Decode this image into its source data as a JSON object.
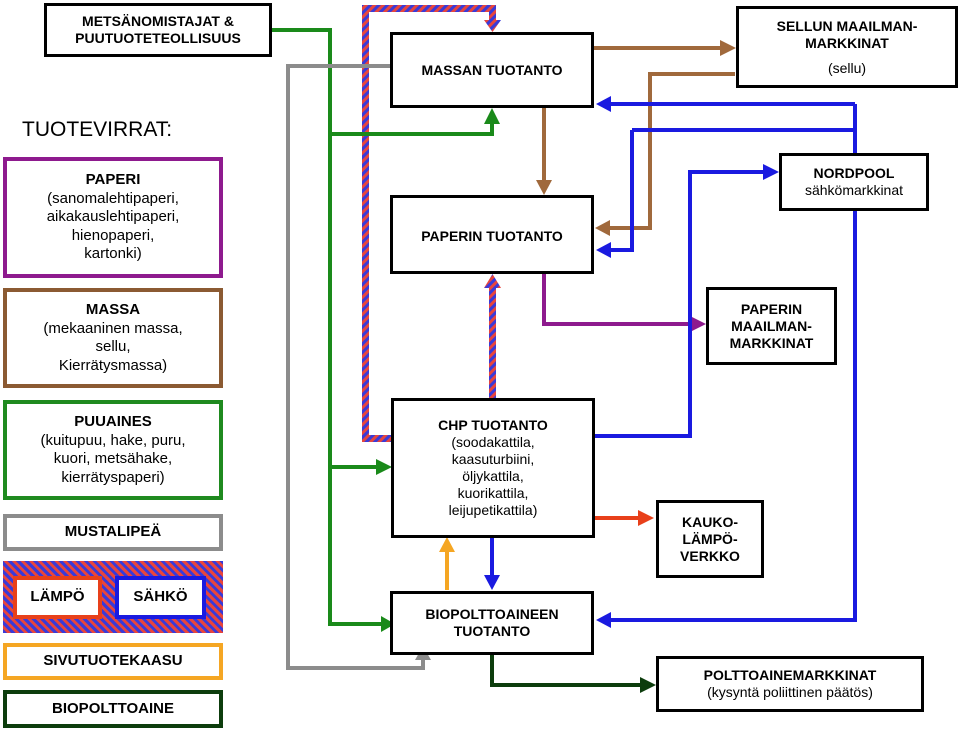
{
  "heading": "TUOTEVIRRAT:",
  "nodes": {
    "forest": {
      "line1": "METSÄNOMISTAJAT &",
      "line2": "PUUTUOTETEOLLISUUS"
    },
    "pulp_production": {
      "title": "MASSAN TUOTANTO"
    },
    "pulp_market": {
      "line1": "SELLUN MAAILMAN-",
      "line2": "MARKKINAT",
      "sub": "(sellu)"
    },
    "paper_production": {
      "title": "PAPERIN TUOTANTO"
    },
    "nordpool": {
      "title": "NORDPOOL",
      "sub": "sähkömarkkinat"
    },
    "paper_market": {
      "line1": "PAPERIN",
      "line2": "MAAILMAN-",
      "line3": "MARKKINAT"
    },
    "chp": {
      "title": "CHP TUOTANTO",
      "d1": "(soodakattila,",
      "d2": "kaasuturbiini,",
      "d3": "öljykattila,",
      "d4": "kuorikattila,",
      "d5": "leijupetikattila)"
    },
    "district_heat": {
      "line1": "KAUKO-",
      "line2": "LÄMPÖ-",
      "line3": "VERKKO"
    },
    "biofuel_production": {
      "line1": "BIOPOLTTOAINEEN",
      "line2": "TUOTANTO"
    },
    "fuel_market": {
      "title": "POLTTOAINEMARKKINAT",
      "sub": "(kysyntä poliittinen päätös)"
    }
  },
  "legend": {
    "paper": {
      "title": "PAPERI",
      "l1": "(sanomalehtipaperi,",
      "l2": "aikakauslehtipaperi,",
      "l3": "hienopaperi,",
      "l4": "kartonki)",
      "color": "#8e1a8e"
    },
    "pulp": {
      "title": "MASSA",
      "l1": "(mekaaninen massa,",
      "l2": "sellu,",
      "l3": "Kierrätysmassa)",
      "color": "#8b5a32"
    },
    "wood": {
      "title": "PUUAINES",
      "l1": "(kuitupuu, hake, puru,",
      "l2": "kuori, metsähake,",
      "l3": "kierrätyspaperi)",
      "color": "#1f8a1f"
    },
    "black_liquor": {
      "title": "MUSTALIPEÄ",
      "color": "#8c8c8c"
    },
    "heat": {
      "title": "LÄMPÖ",
      "color": "#e8401a"
    },
    "electricity": {
      "title": "SÄHKÖ",
      "color": "#1a1ae0"
    },
    "byproduct_gas": {
      "title": "SIVUTUOTEKAASU",
      "color": "#f5a623"
    },
    "biofuel": {
      "title": "BIOPOLTTOAINE",
      "color": "#0d3d0d"
    }
  },
  "colors": {
    "paper": "#8e1a8e",
    "pulp": "#a0693c",
    "wood": "#1a8a1a",
    "black_liquor": "#8c8c8c",
    "heat": "#e8401a",
    "electricity": "#1a1ae0",
    "byproduct_gas": "#f5a623",
    "biofuel": "#0d3d0d",
    "steam_hatch": "hatch-red-blue"
  }
}
